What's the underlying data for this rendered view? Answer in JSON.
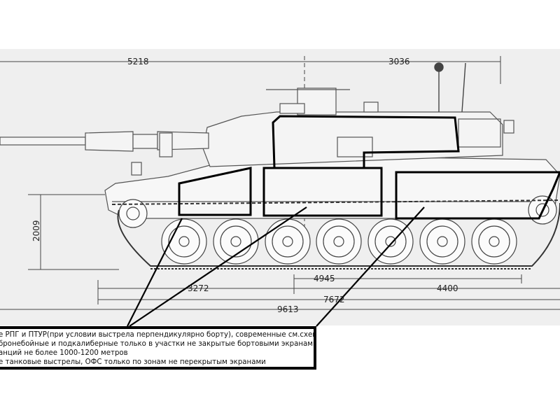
{
  "dimensions": {
    "top_front": "5218",
    "top_rear": "3036",
    "height": "2009",
    "wheelbase_front": "3272",
    "wheelbase_mid": "4945",
    "wheelbase_rear": "4400",
    "hull_length": "7672",
    "total_length": "9613"
  },
  "annotation": {
    "lines": [
      "е РПГ и ПТУР(при условии выстрела перпендикулярно борту), современные см.схему",
      " бронебойные и подкалиберные только в участки не закрытые бортовыми экранами,",
      "анций не более 1000-1200 метров",
      "е танковые выстрелы, ОФС только по зонам не перекрытым экранами"
    ]
  }
}
